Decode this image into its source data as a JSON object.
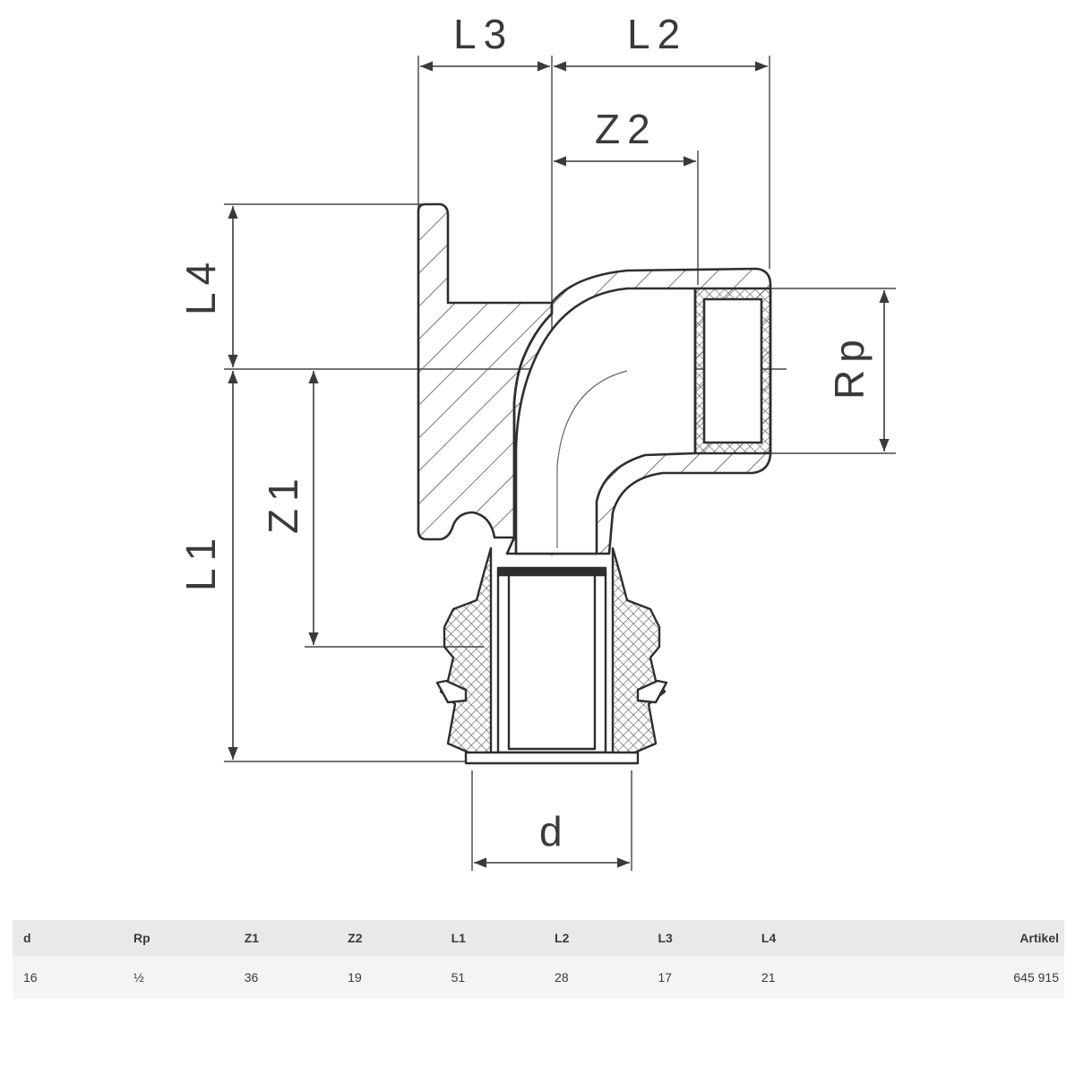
{
  "drawing": {
    "labels": {
      "l3": "L3",
      "l2": "L2",
      "z2": "Z2",
      "l4": "L4",
      "l1": "L1",
      "z1": "Z1",
      "rp": "Rp",
      "d": "d"
    }
  },
  "table": {
    "headers": [
      "d",
      "Rp",
      "Z1",
      "Z2",
      "L1",
      "L2",
      "L3",
      "L4",
      "Artikel"
    ],
    "rows": [
      [
        "16",
        "½",
        "36",
        "19",
        "51",
        "28",
        "17",
        "21",
        "645 915"
      ]
    ]
  }
}
